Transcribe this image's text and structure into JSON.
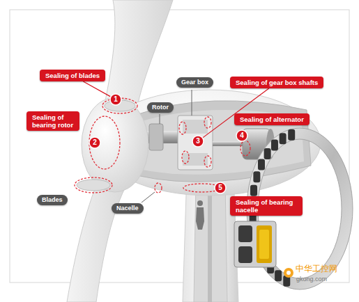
{
  "diagram": {
    "nodes": [
      {
        "text": [
          "Sealing of blades"
        ]
      },
      {
        "text": [
          "1"
        ]
      },
      {
        "text": [
          "Sealing of bearing rotor"
        ]
      },
      {
        "text": [
          "2"
        ]
      },
      {
        "text": [
          "Gear box"
        ]
      },
      {
        "text": [
          "Sealing of gear box shafts"
        ]
      },
      {
        "text": [
          "3"
        ]
      },
      {
        "text": [
          "Rotor"
        ]
      },
      {
        "text": [
          "Sealing of alternator"
        ]
      },
      {
        "text": [
          "4"
        ]
      },
      {
        "text": [
          "Blades"
        ]
      },
      {
        "text": [
          "Nacelle"
        ]
      },
      {
        "text": [
          "Sealing of bearing nacelle"
        ]
      },
      {
        "text": [
          "5"
        ]
      }
    ],
    "edges": [
      {
        "from": 0,
        "to": 1,
        "arrow": "none"
      },
      {
        "from": 5,
        "to": 6,
        "arrow": "none"
      }
    ],
    "labels": [
      "中华工控网",
      "gkong.com"
    ]
  }
}
